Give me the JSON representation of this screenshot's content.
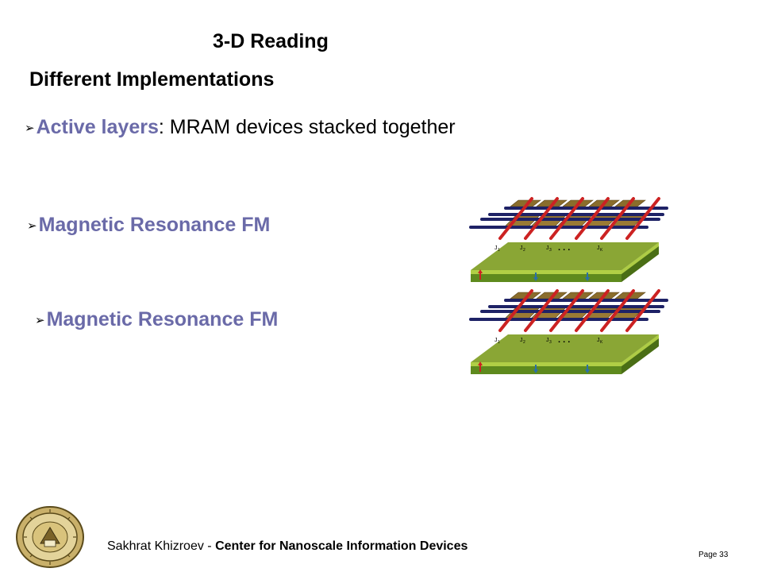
{
  "slide": {
    "title": "3-D Reading",
    "subtitle": "Different Implementations",
    "bullets": [
      {
        "highlight": "Active layers",
        "rest": ": MRAM devices stacked together"
      },
      {
        "text": "Magnetic Resonance FM"
      },
      {
        "text": "Magnetic Resonance FM"
      }
    ]
  },
  "footer": {
    "author": "Sakhrat Khizroev",
    "separator": " - ",
    "center": "Center for Nanoscale Information Devices",
    "page": "Page 33"
  },
  "diagram": {
    "junction_labels": [
      "J",
      "J",
      "J",
      "J"
    ],
    "junction_subscripts": [
      "1",
      "2",
      "3",
      "K"
    ],
    "ellipsis": ". . ."
  },
  "colors": {
    "bullet_text": "#6a6aa8",
    "substrate_top": "#8aa635",
    "substrate_side": "#5e8a1d",
    "wire_blue": "#1e2266",
    "wire_red": "#cc2222",
    "pad_brown": "#8a6d2c"
  }
}
